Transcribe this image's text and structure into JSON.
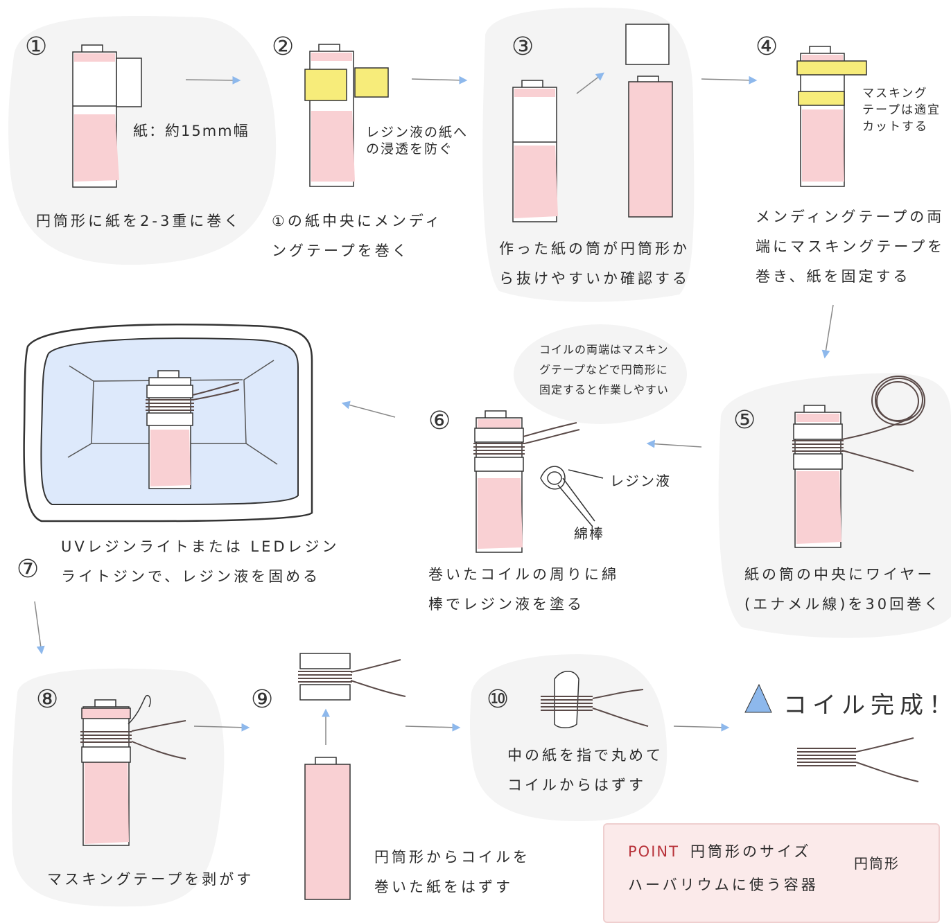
{
  "steps": [
    {
      "num": "①",
      "caption": "円筒形に紙を2-3重に巻く",
      "note": "紙：約15mm幅"
    },
    {
      "num": "②",
      "caption_l1": "①の紙中央にメンディ",
      "caption_l2": "ングテープを巻く",
      "note_l1": "レジン液の紙へ",
      "note_l2": "の浸透を防ぐ"
    },
    {
      "num": "③",
      "caption_l1": "作った紙の筒が円筒形か",
      "caption_l2": "ら抜けやすいか確認する"
    },
    {
      "num": "④",
      "caption_l1": "メンディングテープの両",
      "caption_l2": "端にマスキングテープを",
      "caption_l3": "巻き、紙を固定する",
      "note_l1": "マスキング",
      "note_l2": "テープは適宜",
      "note_l3": "カットする"
    },
    {
      "num": "⑤",
      "caption_l1": "紙の筒の中央にワイヤー",
      "caption_l2": "(エナメル線)を30回巻く"
    },
    {
      "num": "⑥",
      "caption_l1": "巻いたコイルの周りに綿",
      "caption_l2": "棒でレジン液を塗る",
      "bubble_l1": "コイルの両端はマスキン",
      "bubble_l2": "グテープなどで円筒形に",
      "bubble_l3": "固定すると作業しやすい",
      "label_resin": "レジン液",
      "label_swab": "綿棒"
    },
    {
      "num": "⑦",
      "caption_l1": "UVレジンライトまたは LEDレジン",
      "caption_l2": "ライトジンで、レジン液を固める"
    },
    {
      "num": "⑧",
      "caption": "マスキングテープを剥がす"
    },
    {
      "num": "⑨",
      "caption_l1": "円筒形からコイルを",
      "caption_l2": "巻いた紙をはずす"
    },
    {
      "num": "⑩",
      "caption_l1": "中の紙を指で丸めて",
      "caption_l2": "コイルからはずす"
    }
  ],
  "complete": "コイル完成！",
  "point": {
    "tag": "POINT",
    "title": "円筒形のサイズ",
    "line2": "ハーバリウムに使う容器",
    "side_label": "円筒形"
  },
  "colors": {
    "pink": "#f9d0d3",
    "yellow": "#f7ec7a",
    "blob": "#f4f4f4",
    "arrow": "#8db8ec",
    "light_blue": "#dde9fb",
    "coil": "#5a4a48",
    "point_red": "#b8323a"
  }
}
